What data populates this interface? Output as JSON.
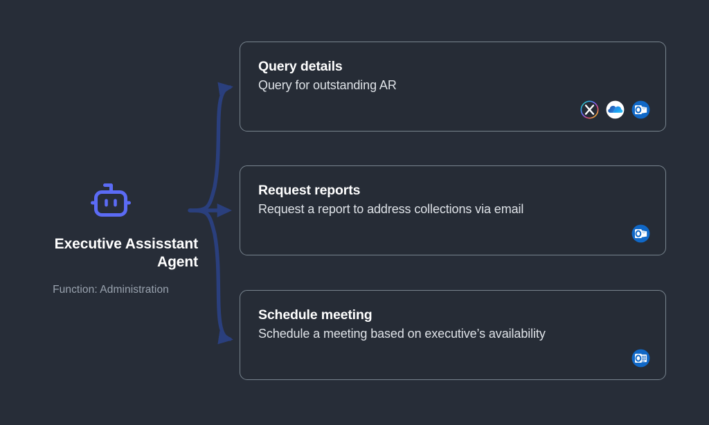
{
  "theme": {
    "page_background": "#272d38",
    "card_background": "#262c36",
    "card_border": "#79858f",
    "connector_color": "#2a3f7d",
    "agent_icon_color": "#5b6bf5",
    "title_color": "#ffffff",
    "description_color": "#dfe3e8",
    "function_color": "#9aa3af"
  },
  "agent": {
    "icon": "robot-icon",
    "name": "Executive Assisstant\nAgent",
    "name_line_1": "Executive Assisstant",
    "name_line_2": "Agent",
    "function_label": "Function: Administration"
  },
  "cards": [
    {
      "title": "Query details",
      "description": "Query for outstanding AR",
      "apps": [
        {
          "name": "microsoft-copilot-icon",
          "label": "Copilot"
        },
        {
          "name": "onedrive-icon",
          "label": "OneDrive"
        },
        {
          "name": "outlook-icon",
          "label": "Outlook"
        }
      ]
    },
    {
      "title": "Request reports",
      "description": "Request a report to address collections via email",
      "apps": [
        {
          "name": "outlook-icon",
          "label": "Outlook"
        }
      ]
    },
    {
      "title": "Schedule meeting",
      "description": "Schedule a meeting based on executive’s availability",
      "apps": [
        {
          "name": "outlook-calendar-icon",
          "label": "Outlook Calendar"
        }
      ]
    }
  ],
  "connectors": [
    {
      "from": "agent",
      "to": "card-0",
      "style": "curved-up-arrow"
    },
    {
      "from": "agent",
      "to": "card-1",
      "style": "straight-arrow"
    },
    {
      "from": "agent",
      "to": "card-2",
      "style": "curved-down-arrow"
    }
  ]
}
